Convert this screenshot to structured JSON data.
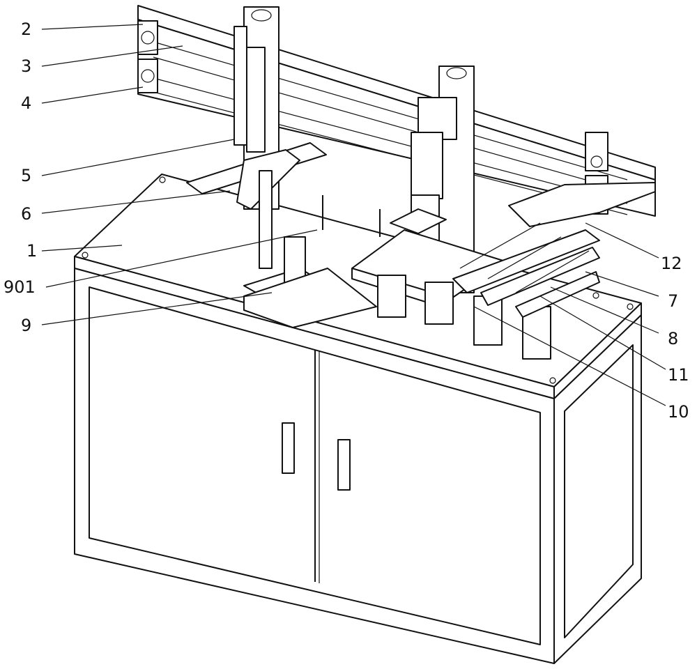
{
  "figure": {
    "labels": {
      "l2": "2",
      "l3": "3",
      "l4": "4",
      "l5": "5",
      "l6": "6",
      "l1": "1",
      "l901": "901",
      "l9": "9",
      "l12": "12",
      "l7": "7",
      "l8": "8",
      "l11": "11",
      "l10": "10"
    }
  }
}
